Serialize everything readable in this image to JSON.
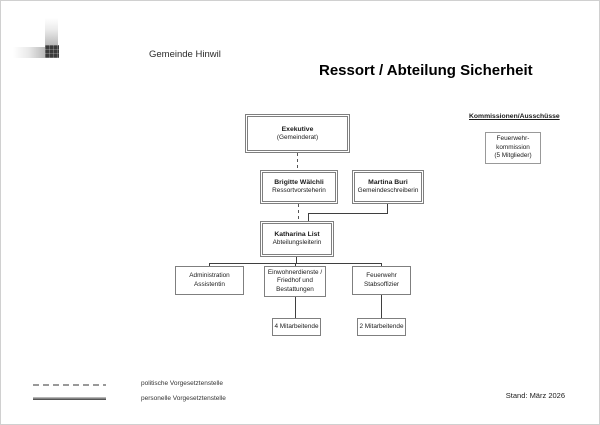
{
  "page": {
    "org_name": "Gemeinde Hinwil",
    "title": "Ressort / Abteilung Sicherheit",
    "stand": "Stand: März 2026"
  },
  "org": {
    "exekutive": {
      "title": "Exekutive",
      "subtitle": "(Gemeinderat)"
    },
    "ressortvorsteherin": {
      "name": "Brigitte Wälchli",
      "role": "Ressortvorsteherin"
    },
    "gemeindeschreiberin": {
      "name": "Martina Buri",
      "role": "Gemeindeschreiberin"
    },
    "abteilungsleiterin": {
      "name": "Katharina List",
      "role": "Abteilungsleiterin"
    },
    "administration": {
      "line1": "Administration",
      "line2": "Assistentin"
    },
    "einwohnerdienste": {
      "line1": "Einwohnerdienste /",
      "line2": "Friedhof und",
      "line3": "Bestattungen"
    },
    "feuerwehr": {
      "line1": "Feuerwehr",
      "line2": "Stabsoffizier"
    },
    "mitarbeitende_einwohnerdienste": "4 Mitarbeitende",
    "mitarbeitende_feuerwehr": "2 Mitarbeitende"
  },
  "kommissionen": {
    "heading": "Kommissionen/Ausschüsse",
    "feuerwehrkommission": {
      "line1": "Feuerwehr-",
      "line2": "kommission",
      "line3": "(5 Mitglieder)"
    }
  },
  "legend": {
    "politisch": "politische Vorgesetztenstelle",
    "personell": "personelle Vorgesetztenstelle"
  },
  "colors": {
    "box_border": "#7f7f7f",
    "connector_line": "#3f3f3f",
    "text": "#1a1a1a"
  }
}
